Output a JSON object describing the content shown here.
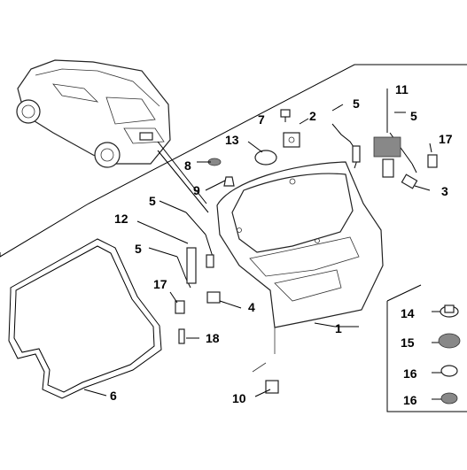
{
  "diagram": {
    "type": "exploded-parts-view",
    "subject": "tailgate",
    "callouts": [
      "1",
      "2",
      "4",
      "5",
      "5",
      "5",
      "5",
      "6",
      "7",
      "8",
      "9",
      "10",
      "11",
      "12",
      "13",
      "14",
      "15",
      "16",
      "16",
      "17",
      "17",
      "18",
      "3"
    ]
  },
  "labels": {
    "p1": "1",
    "p2": "2",
    "p3": "3",
    "p4": "4",
    "p5a": "5",
    "p5b": "5",
    "p5c": "5",
    "p5d": "5",
    "p6": "6",
    "p7": "7",
    "p8": "8",
    "p9": "9",
    "p10": "10",
    "p11": "11",
    "p12": "12",
    "p13": "13",
    "p14": "14",
    "p15": "15",
    "p16a": "16",
    "p16b": "16",
    "p17a": "17",
    "p17b": "17",
    "p18": "18"
  }
}
